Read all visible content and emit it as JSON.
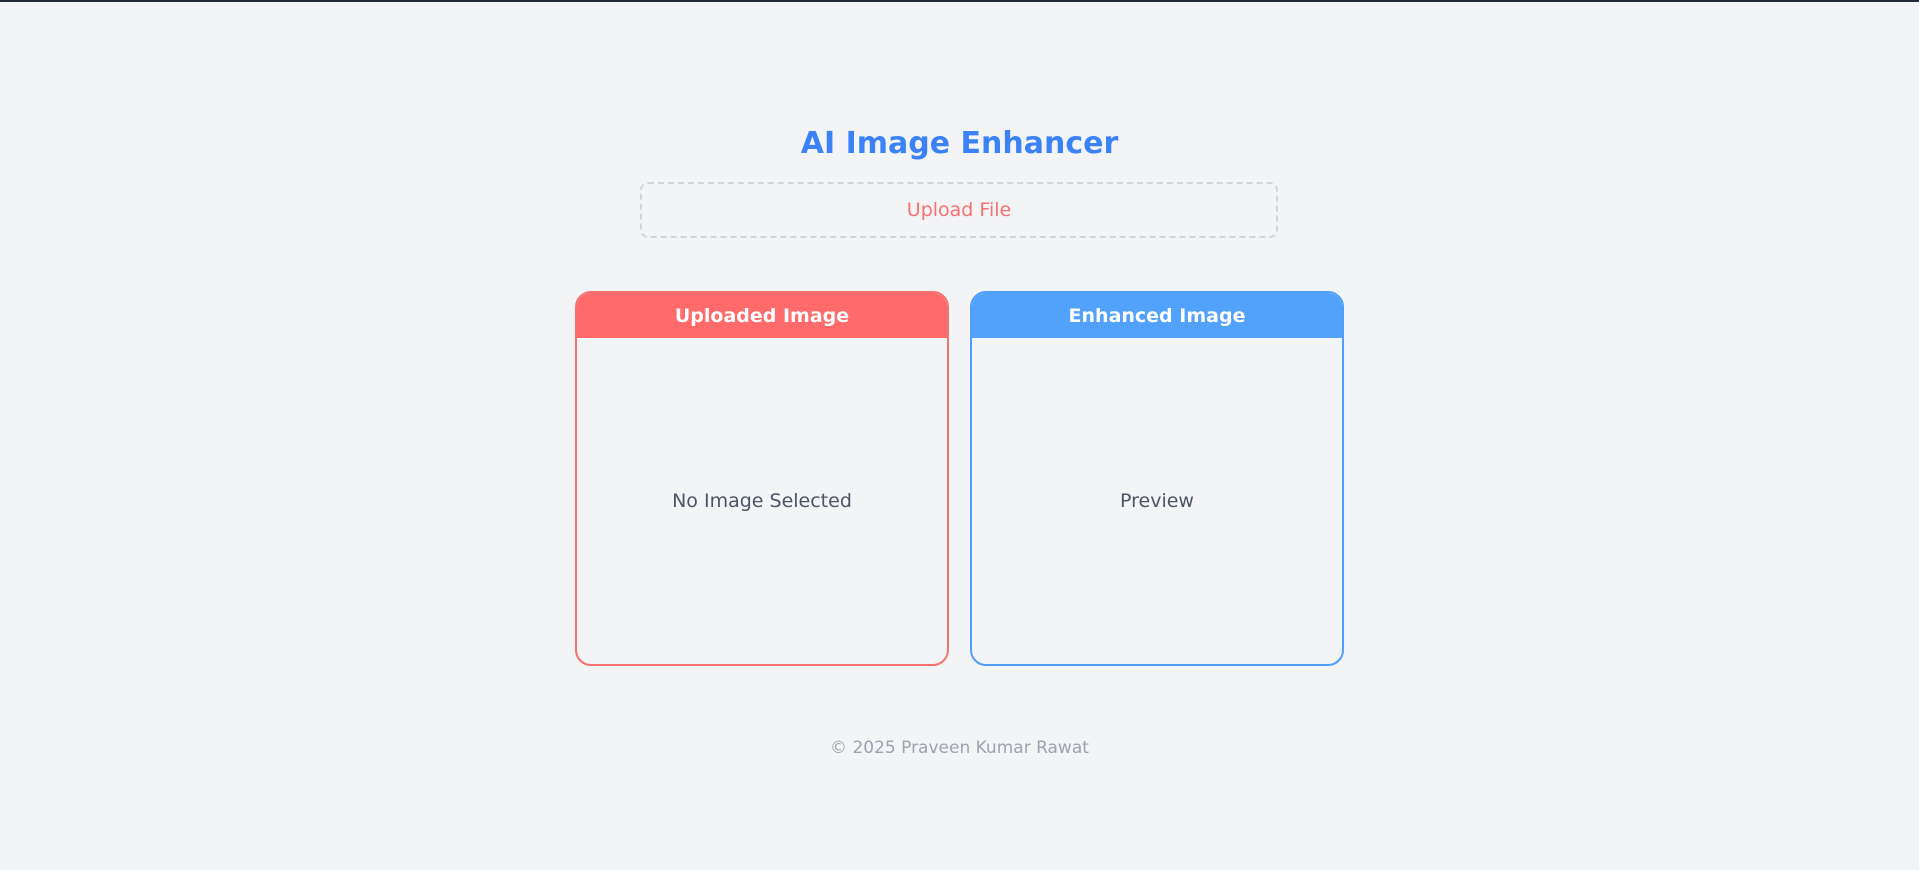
{
  "header": {
    "title": "AI Image Enhancer"
  },
  "upload": {
    "label": "Upload File"
  },
  "panels": {
    "uploaded": {
      "title": "Uploaded Image",
      "placeholder": "No Image Selected"
    },
    "enhanced": {
      "title": "Enhanced Image",
      "placeholder": "Preview"
    }
  },
  "footer": {
    "copyright": "© 2025 Praveen Kumar Rawat"
  },
  "colors": {
    "title": "#3b82f6",
    "uploaded_accent": "#ff6a6a",
    "enhanced_accent": "#52a2fb",
    "background": "#f3f4f6"
  }
}
